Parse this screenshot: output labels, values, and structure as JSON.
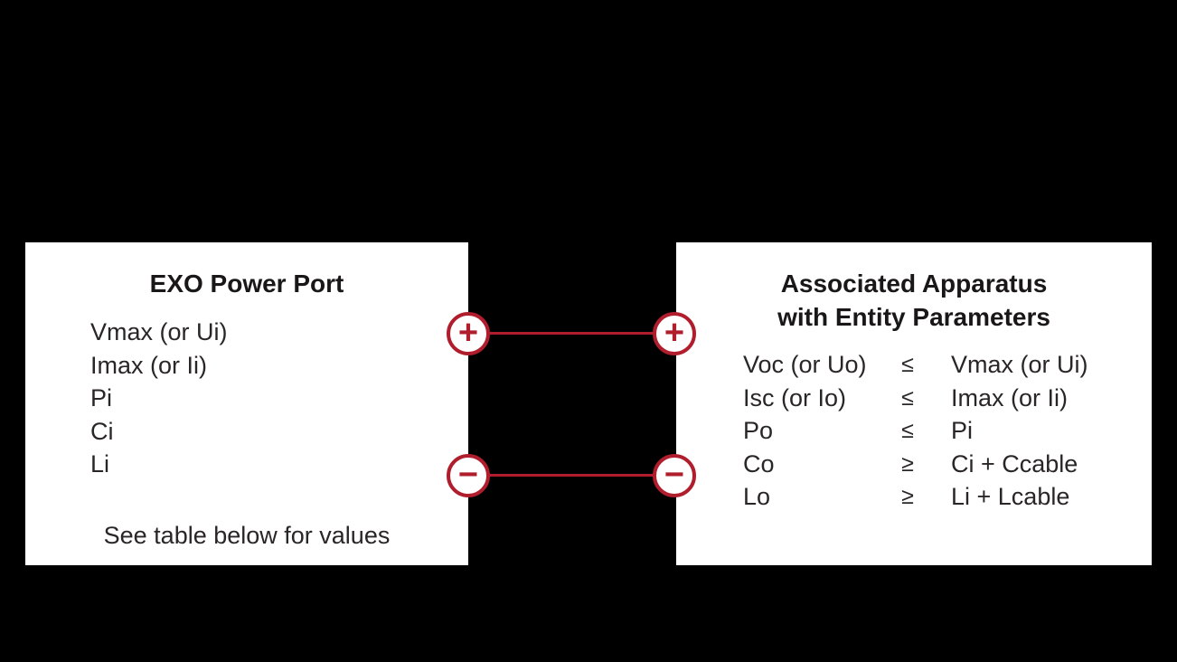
{
  "left_box": {
    "title": "EXO Power Port",
    "parameters": [
      "Vmax (or Ui)",
      "Imax (or Ii)",
      "Pi",
      "Ci",
      "Li"
    ],
    "note": "See table below for values"
  },
  "right_box": {
    "title_line1": "Associated Apparatus",
    "title_line2": "with Entity Parameters",
    "rows": [
      {
        "left": "Voc (or Uo)",
        "op": "≤",
        "right": "Vmax (or Ui)"
      },
      {
        "left": "Isc (or Io)",
        "op": "≤",
        "right": "Imax (or Ii)"
      },
      {
        "left": "Po",
        "op": "≤",
        "right": "Pi"
      },
      {
        "left": "Co",
        "op": "≥",
        "right": "Ci + Ccable"
      },
      {
        "left": "Lo",
        "op": "≥",
        "right": "Li + Lcable"
      }
    ]
  },
  "terminals": {
    "positive": "+",
    "negative": "−"
  },
  "colors": {
    "background": "#000000",
    "box_bg": "#ffffff",
    "accent_red": "#b01e2e",
    "text": "#231f20"
  }
}
